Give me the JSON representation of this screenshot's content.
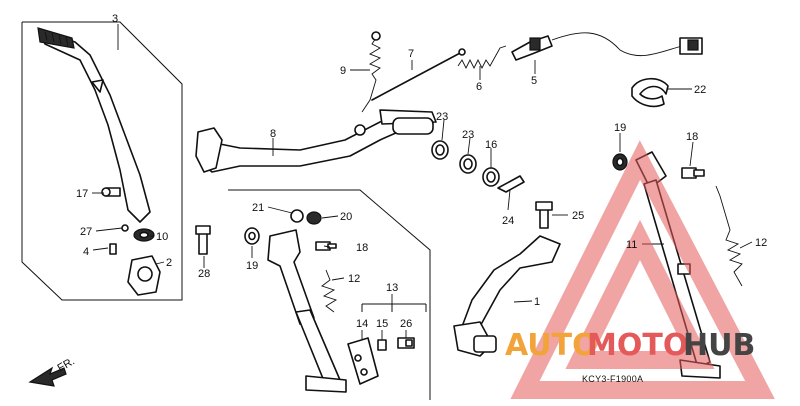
{
  "callouts": {
    "c1": "1",
    "c2": "2",
    "c3": "3",
    "c4": "4",
    "c5": "5",
    "c6": "6",
    "c7": "7",
    "c8": "8",
    "c9": "9",
    "c10": "10",
    "c11": "11",
    "c12a": "12",
    "c12b": "12",
    "c13": "13",
    "c14": "14",
    "c15": "15",
    "c16": "16",
    "c17": "17",
    "c18a": "18",
    "c18b": "18",
    "c19a": "19",
    "c19b": "19",
    "c20": "20",
    "c21": "21",
    "c22": "22",
    "c23a": "23",
    "c23b": "23",
    "c24": "24",
    "c25": "25",
    "c26": "26",
    "c27": "27",
    "c28": "28"
  },
  "direction_label": "FR.",
  "diagram_code": "KCY3-F1900A",
  "watermark": {
    "part1": "AUTO",
    "part2": "MOTO",
    "part3": "HUB",
    "colors": {
      "triangle": "#e45a5a",
      "auto": "#f2a33a",
      "moto": "#e45a5a",
      "hub": "#444444"
    }
  }
}
